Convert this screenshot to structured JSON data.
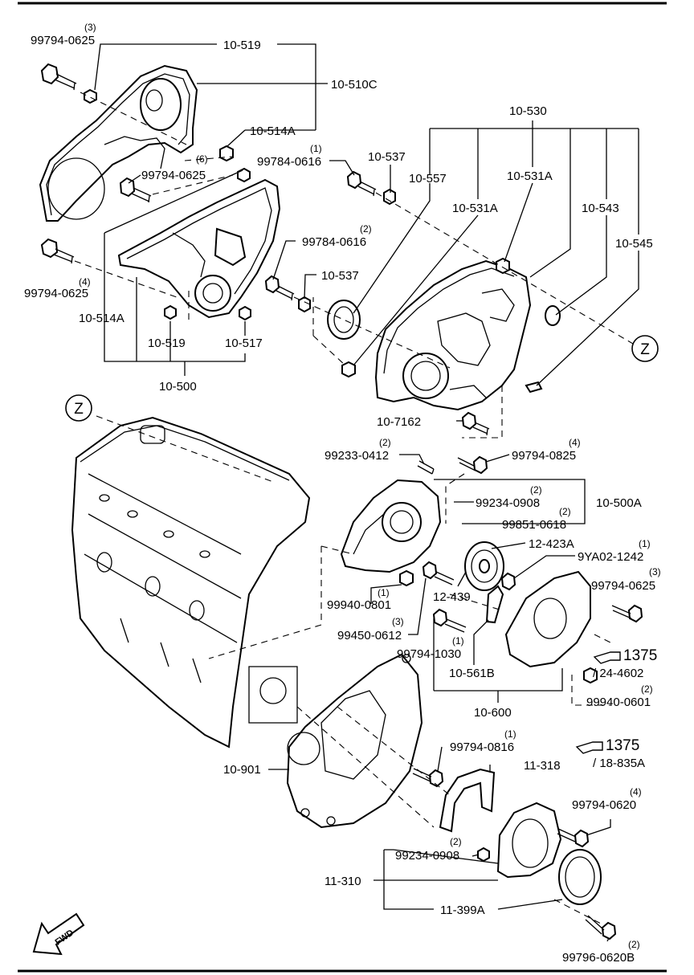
{
  "labels": {
    "p99794_0625_a": "99794-0625",
    "q3a": "(3)",
    "p10_519_top": "10-519",
    "p10_510C": "10-510C",
    "p10_514A_top": "10-514A",
    "q6": "(6)",
    "p99794_0625_b": "99794-0625",
    "p99794_0625_c": "99794-0625",
    "q4a": "(4)",
    "p10_514A_mid": "10-514A",
    "p10_519_mid": "10-519",
    "p10_517": "10-517",
    "p10_500": "10-500",
    "p99784_0616_a": "99784-0616",
    "q1a": "(1)",
    "p10_537_a": "10-537",
    "p99784_0616_b": "99784-0616",
    "q2a": "(2)",
    "p10_537_b": "10-537",
    "p10_530": "10-530",
    "p10_557": "10-557",
    "p10_531A_a": "10-531A",
    "p10_531A_b": "10-531A",
    "p10_543": "10-543",
    "p10_545": "10-545",
    "marker_z": "Z",
    "p10_7162": "10-7162",
    "p99233_0412": "99233-0412",
    "q2b": "(2)",
    "p99794_0825": "99794-0825",
    "q4b": "(4)",
    "p99234_0908_a": "99234-0908",
    "q2c": "(2)",
    "p10_500A": "10-500A",
    "p99851_0618": "99851-0618",
    "q2d": "(2)",
    "p12_423A": "12-423A",
    "p9YA02_1242": "9YA02-1242",
    "q1b": "(1)",
    "p99794_0625_d": "99794-0625",
    "q3b": "(3)",
    "p12_439": "12-439",
    "p99940_0801": "99940-0801",
    "q1c": "(1)",
    "p99450_0612": "99450-0612",
    "q3c": "(3)",
    "p99794_1030": "99794-1030",
    "q1d": "(1)",
    "p10_561B": "10-561B",
    "ref1375_a": "1375",
    "ref24_4602": "/ 24-4602",
    "p99940_0601": "99940-0601",
    "q2e": "(2)",
    "p10_600": "10-600",
    "ref1375_b": "1375",
    "ref18_835A": "/ 18-835A",
    "p10_901": "10-901",
    "p99794_0816": "99794-0816",
    "q1e": "(1)",
    "p11_318": "11-318",
    "p99794_0620": "99794-0620",
    "q4c": "(4)",
    "p99234_0908_b": "99234-0908",
    "q2f": "(2)",
    "p11_310": "11-310",
    "p11_399A": "11-399A",
    "p99796_0620B": "99796-0620B",
    "q2g": "(2)",
    "fwd": "FWD"
  },
  "icons": [
    "pointing-hand-icon",
    "fwd-arrow-icon",
    "callout-circle-z-icon"
  ]
}
